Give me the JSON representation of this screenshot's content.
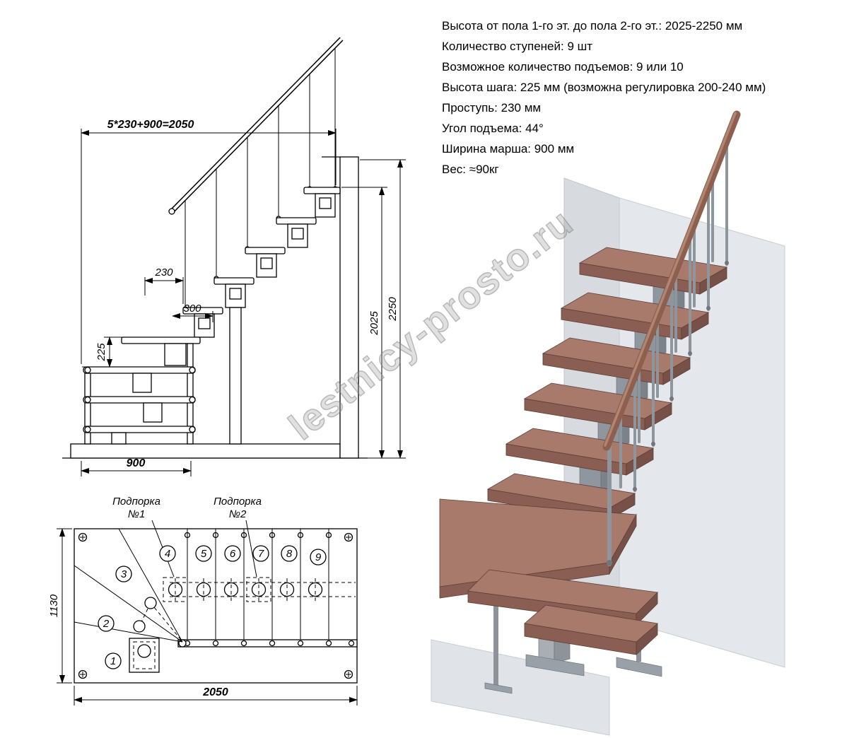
{
  "specs": {
    "lines": [
      "Высота от пола 1-го эт. до пола 2-го эт.: 2025-2250 мм",
      "Количество ступеней: 9 шт",
      "Возможное количество подъемов: 9 или 10",
      "Высота шага: 225 мм (возможна регулировка 200-240 мм)",
      "Проступь: 230 мм",
      "Угол подъема: 44°",
      "Ширина марша: 900 мм",
      "Вес: ≈90кг"
    ]
  },
  "watermark": "lestnicy-prosto.ru",
  "elevation": {
    "dim_total_run": "5*230+900=2050",
    "dim_tread": "230",
    "dim_rise": "225",
    "dim_bottom_tread": "300",
    "dim_march_width": "900",
    "dim_total_height": "2250",
    "dim_floor_height": "2025"
  },
  "plan": {
    "support1_line1": "Подпорка",
    "support1_line2": "№1",
    "support2_line1": "Подпорка",
    "support2_line2": "№2",
    "dim_depth": "1130",
    "dim_width": "2050",
    "steps": [
      "1",
      "2",
      "3",
      "4",
      "5",
      "6",
      "7",
      "8",
      "9"
    ]
  },
  "colors": {
    "drawing_line": "#000000",
    "wood_top": "#a87a6b",
    "wood_front": "#8a5e52",
    "metal": "#90969d",
    "wall": "#e4e7eb",
    "watermark_gray": "#9a9a9a"
  }
}
